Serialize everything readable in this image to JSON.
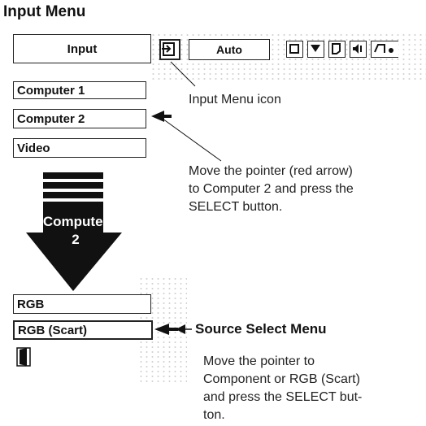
{
  "title": "Input Menu",
  "top_bar": {
    "input_label": "Input",
    "auto_label": "Auto"
  },
  "source_list": [
    "Computer 1",
    "Computer 2",
    "Video"
  ],
  "callouts": {
    "input_menu_icon": "Input Menu icon",
    "move_pointer": [
      "Move the pointer (red arrow)",
      "to Computer 2 and press the",
      "SELECT button."
    ],
    "source_select_title": "Source Select Menu",
    "move_pointer_2": [
      "Move the pointer to",
      "Component or RGB (Scart)",
      "and press the SELECT but-",
      "ton."
    ]
  },
  "big_arrow": {
    "line1": "Computer",
    "line2": "2"
  },
  "source_select_list": [
    "RGB",
    "RGB (Scart)"
  ],
  "icons": [
    "input-menu-icon",
    "image-icon",
    "setting-icon",
    "screen-icon",
    "sound-icon",
    "more-icon",
    "door-icon"
  ]
}
